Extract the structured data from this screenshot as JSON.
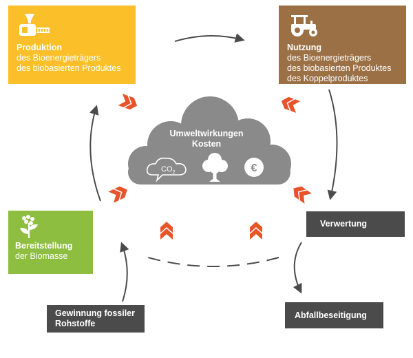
{
  "colors": {
    "production": "#fbbf2a",
    "use": "#9b7045",
    "supply": "#8dbe3f",
    "dark_box": "#4b4b4b",
    "cloud": "#8a8a8a",
    "chevron": "#e8542a",
    "arrow": "#4b4b4b"
  },
  "production": {
    "icon": "machine-icon",
    "title": "Produktion",
    "lines": [
      "des Bioenergieträgers",
      "des biobasierten Produktes"
    ]
  },
  "use": {
    "icon": "tractor-icon",
    "title": "Nutzung",
    "lines": [
      "des Bioenergieträgers",
      "des biobasierten Produktes",
      "des Koppelproduktes"
    ]
  },
  "supply": {
    "icon": "plant-icon",
    "title": "Bereitstellung",
    "lines": [
      "der Biomasse"
    ]
  },
  "recycling": {
    "label": "Verwertung"
  },
  "disposal": {
    "label": "Abfallbeseitigung"
  },
  "fossil": {
    "line1": "Gewinnung fossiler",
    "line2": "Rohstoffe"
  },
  "cloud": {
    "title": "Umweltwirkungen",
    "subtitle": "Kosten",
    "co2_label": "CO",
    "co2_sub": "2",
    "euro_symbol": "€",
    "icons": [
      "co2-cloud-icon",
      "tree-icon",
      "euro-icon"
    ]
  }
}
